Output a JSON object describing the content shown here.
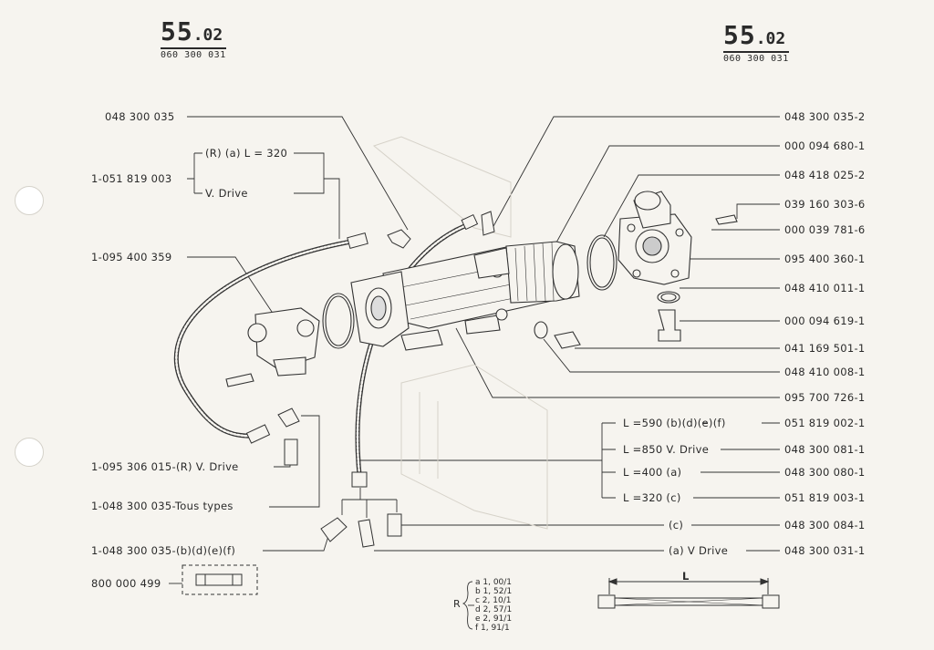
{
  "header": {
    "left": {
      "num": "55",
      "dec": ".02",
      "ref": "060 300 031"
    },
    "right": {
      "num": "55",
      "dec": ".02",
      "ref": "060 300 031"
    }
  },
  "left_labels": {
    "l1": "048 300 035",
    "l2a": "(R) (a) L = 320",
    "l2b": "V. Drive",
    "l2": "1-051 819 003",
    "l3": "1-095 400 359",
    "l4": "1-095 306 015-(R) V. Drive",
    "l5": "1-048 300 035-Tous types",
    "l6": "1-048 300 035-(b)(d)(e)(f)",
    "l7": "800 000 499"
  },
  "right_labels": {
    "r1": "048 300 035-2",
    "r2": "000 094 680-1",
    "r3": "048 418 025-2",
    "r4": "039 160 303-6",
    "r5": "000 039 781-6",
    "r6": "095 400 360-1",
    "r7": "048 410 011-1",
    "r8": "000 094 619-1",
    "r9": "041 169 501-1",
    "r10": "048 410 008-1",
    "r11": "095 700 726-1",
    "r12": "051 819 002-1",
    "r13": "048 300 081-1",
    "r14": "048 300 080-1",
    "r15": "051 819 003-1",
    "r16": "048 300 084-1",
    "r17": "048 300 031-1"
  },
  "mid_labels": {
    "m1": "L =590 (b)(d)(e)(f)",
    "m2": "L =850 V. Drive",
    "m3": "L =400  (a)",
    "m4": "L =320  (c)",
    "m5": "(c)",
    "m6": "(a) V Drive"
  },
  "ratios": {
    "prefix": "R",
    "items": [
      "a 1, 00/1",
      "b 1, 52/1",
      "c 2, 10/1",
      "d 2, 57/1",
      "e 2, 91/1",
      "f 1, 91/1"
    ]
  },
  "hose_length_label": "L"
}
